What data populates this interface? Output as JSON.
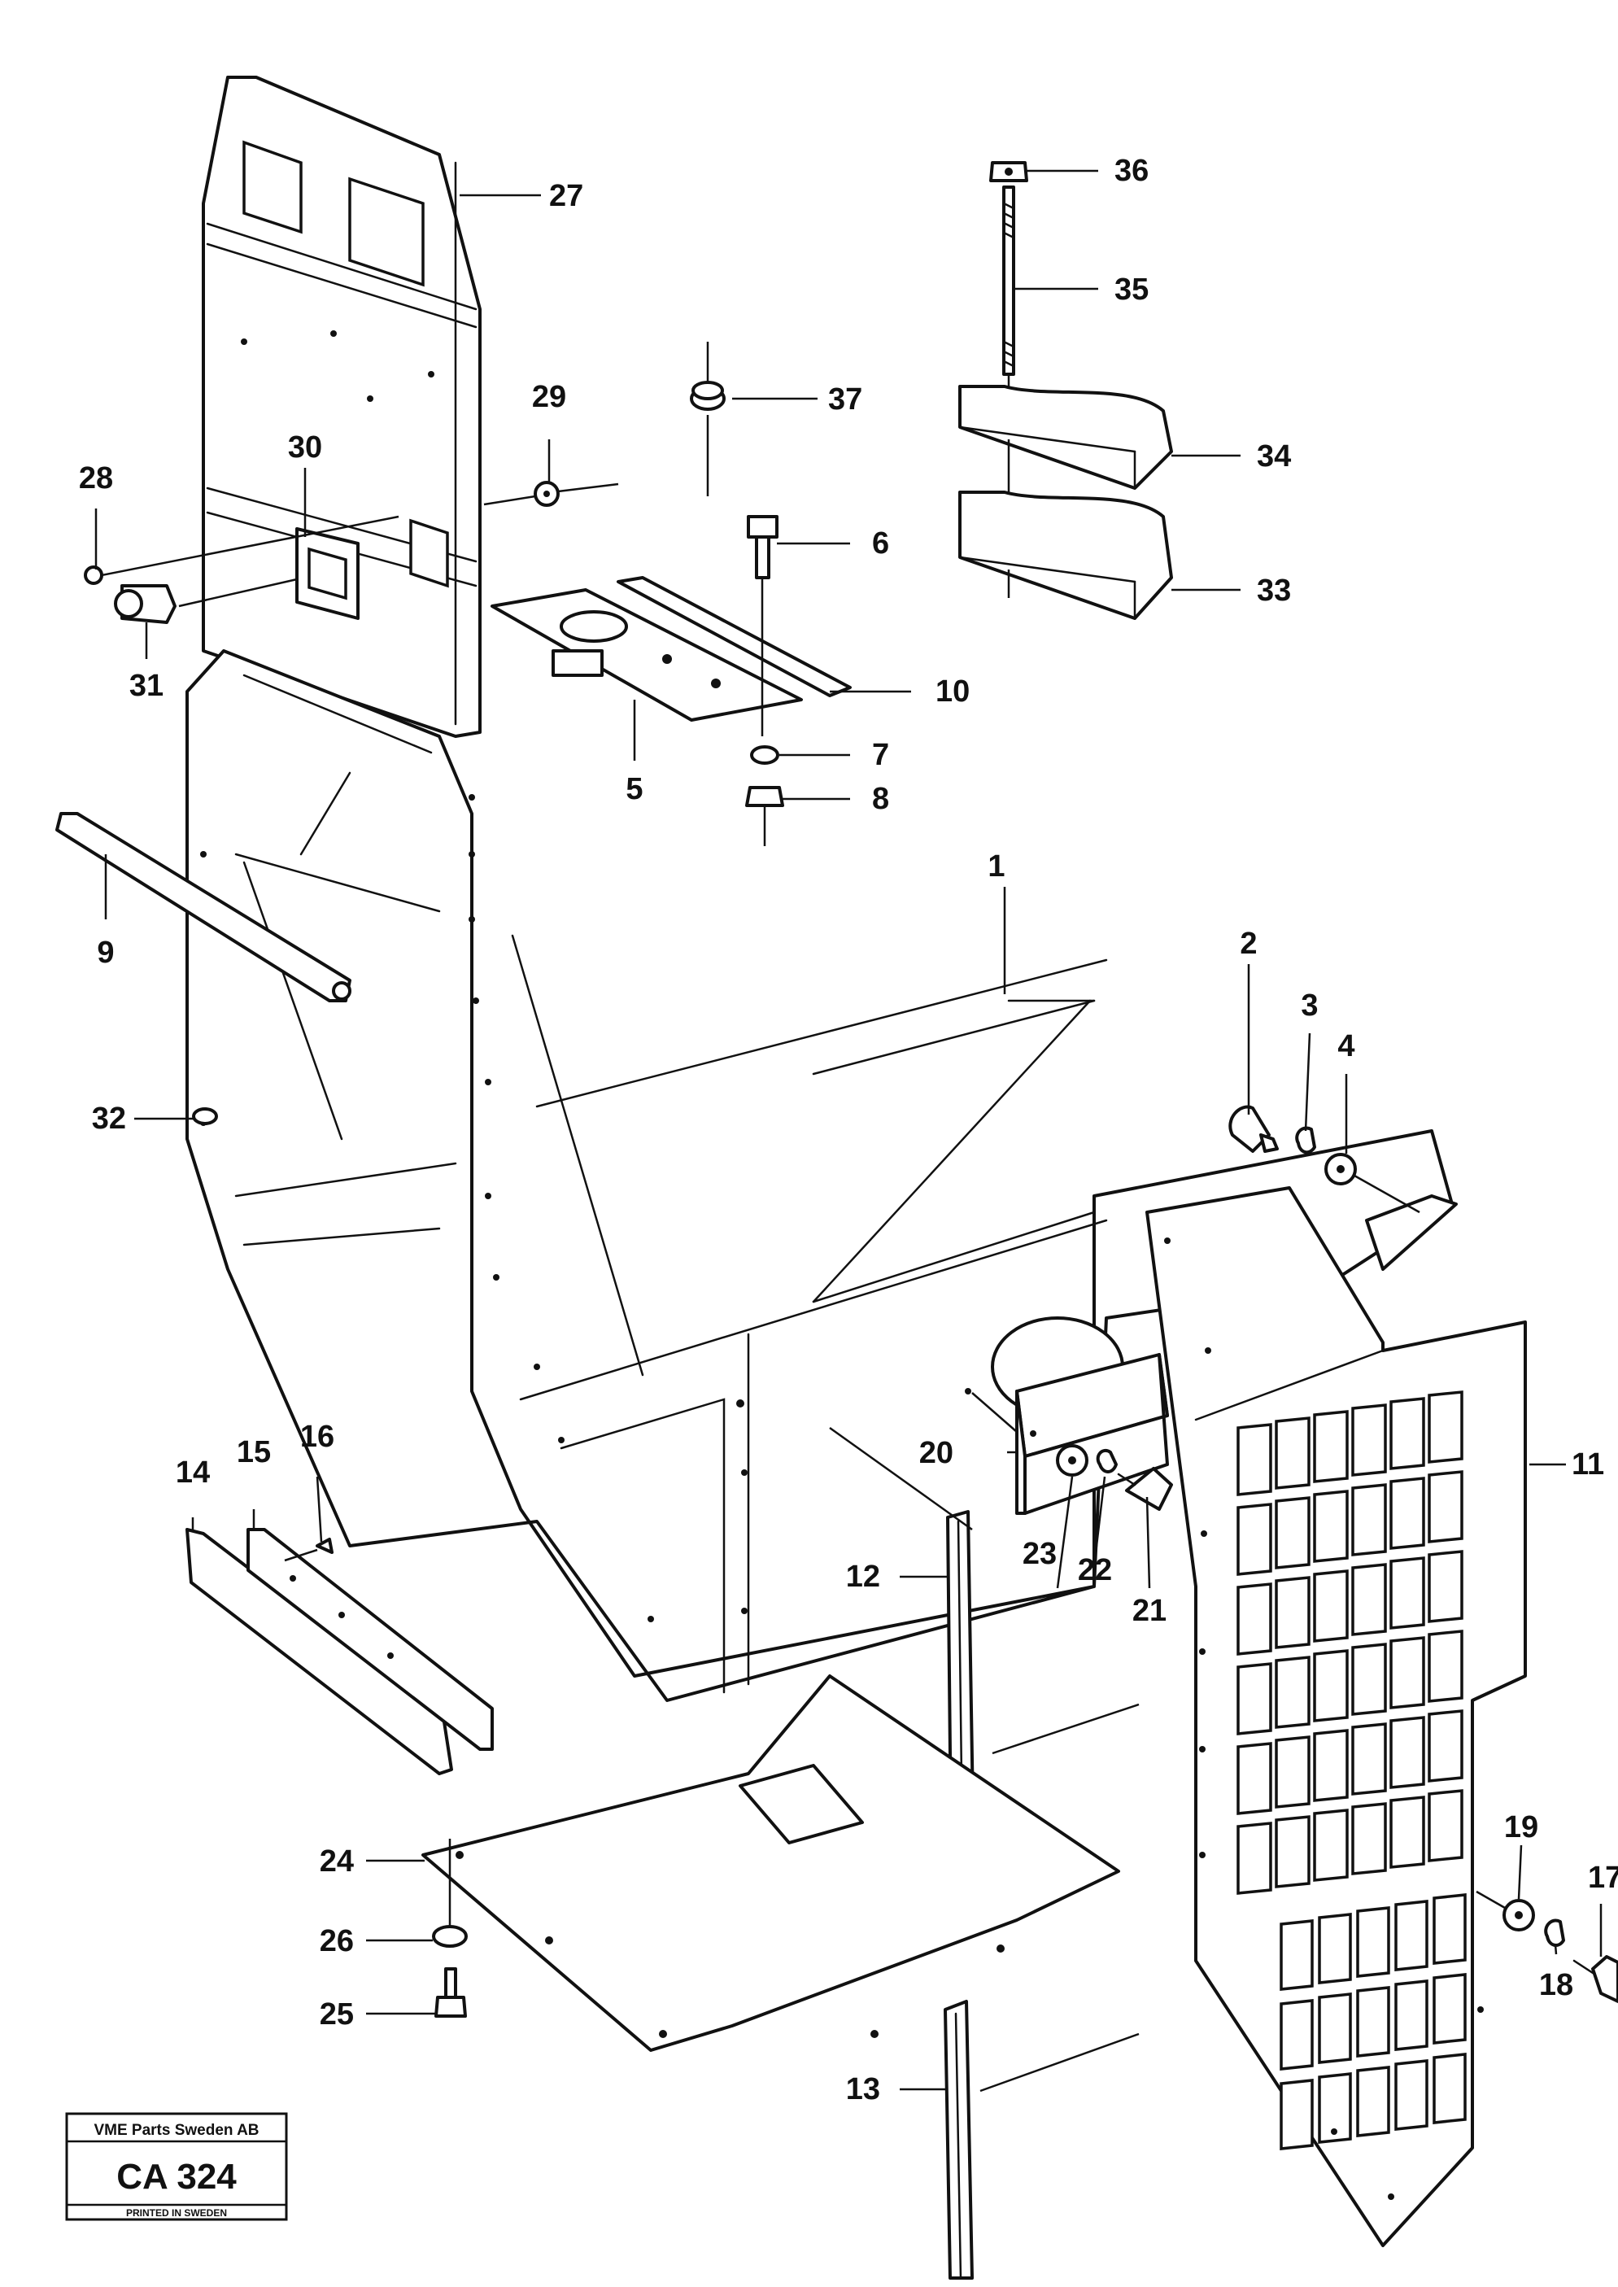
{
  "diagram": {
    "callouts": [
      {
        "id": "1",
        "label": "1"
      },
      {
        "id": "2",
        "label": "2"
      },
      {
        "id": "3",
        "label": "3"
      },
      {
        "id": "4",
        "label": "4"
      },
      {
        "id": "5",
        "label": "5"
      },
      {
        "id": "6",
        "label": "6"
      },
      {
        "id": "7",
        "label": "7"
      },
      {
        "id": "8",
        "label": "8"
      },
      {
        "id": "9",
        "label": "9"
      },
      {
        "id": "10",
        "label": "10"
      },
      {
        "id": "11",
        "label": "11"
      },
      {
        "id": "12",
        "label": "12"
      },
      {
        "id": "13",
        "label": "13"
      },
      {
        "id": "14",
        "label": "14"
      },
      {
        "id": "15",
        "label": "15"
      },
      {
        "id": "16",
        "label": "16"
      },
      {
        "id": "17",
        "label": "17"
      },
      {
        "id": "18",
        "label": "18"
      },
      {
        "id": "19",
        "label": "19"
      },
      {
        "id": "20",
        "label": "20"
      },
      {
        "id": "21",
        "label": "21"
      },
      {
        "id": "22",
        "label": "22"
      },
      {
        "id": "23",
        "label": "23"
      },
      {
        "id": "24",
        "label": "24"
      },
      {
        "id": "25",
        "label": "25"
      },
      {
        "id": "26",
        "label": "26"
      },
      {
        "id": "27",
        "label": "27"
      },
      {
        "id": "28",
        "label": "28"
      },
      {
        "id": "29",
        "label": "29"
      },
      {
        "id": "30",
        "label": "30"
      },
      {
        "id": "31",
        "label": "31"
      },
      {
        "id": "32",
        "label": "32"
      },
      {
        "id": "33",
        "label": "33"
      },
      {
        "id": "34",
        "label": "34"
      },
      {
        "id": "35",
        "label": "35"
      },
      {
        "id": "36",
        "label": "36"
      },
      {
        "id": "37",
        "label": "37"
      }
    ]
  },
  "stamp": {
    "company": "VME Parts Sweden AB",
    "code": "CA 324",
    "printed": "PRINTED IN SWEDEN"
  }
}
